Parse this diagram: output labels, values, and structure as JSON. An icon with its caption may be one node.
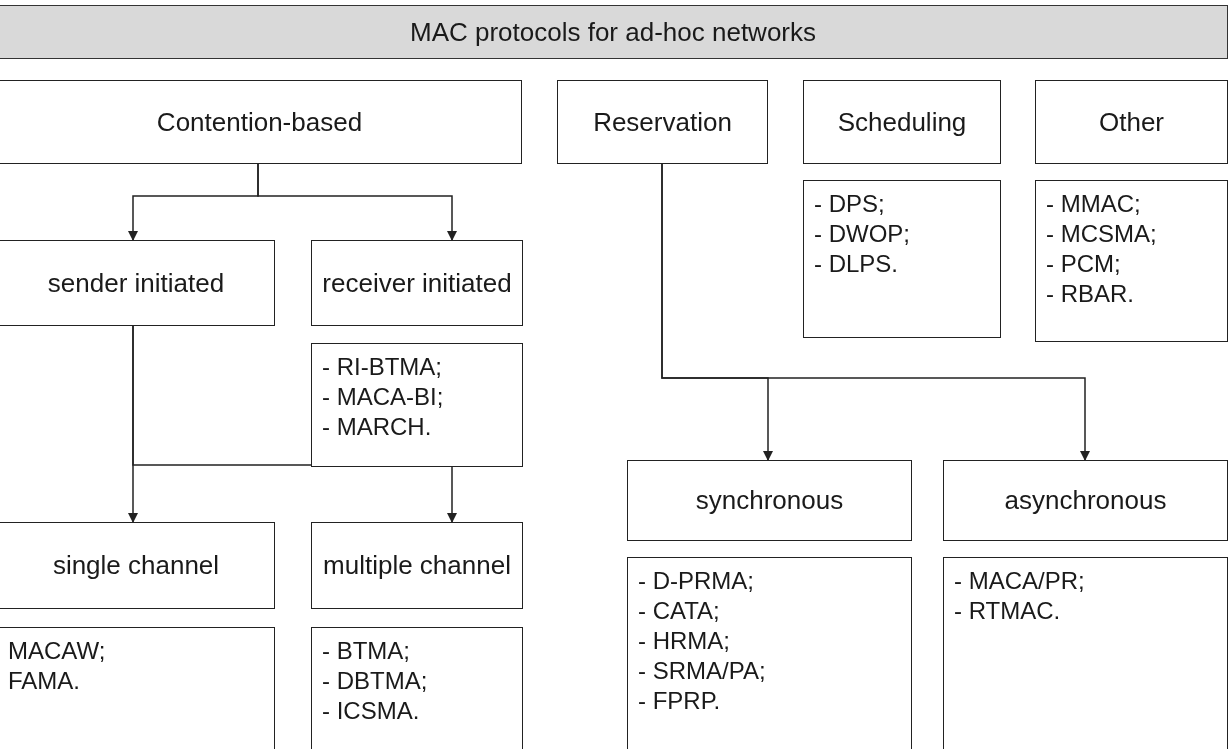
{
  "diagram": {
    "title": "MAC protocols for ad-hoc networks",
    "nodes": [
      {
        "text": [
          "Contention-based"
        ]
      },
      {
        "text": [
          "Reservation"
        ]
      },
      {
        "text": [
          "Scheduling"
        ]
      },
      {
        "text": [
          "Other"
        ]
      },
      {
        "text": [
          "- DPS;",
          "- DWOP;",
          "- DLPS."
        ]
      },
      {
        "text": [
          "- MMAC;",
          "- MCSMA;",
          "- PCM;",
          "- RBAR."
        ]
      },
      {
        "text": [
          "sender initiated"
        ]
      },
      {
        "text": [
          "receiver initiated"
        ]
      },
      {
        "text": [
          "- RI-BTMA;",
          "- MACA-BI;",
          "- MARCH."
        ]
      },
      {
        "text": [
          "synchronous"
        ]
      },
      {
        "text": [
          "asynchronous"
        ]
      },
      {
        "text": [
          "single channel"
        ]
      },
      {
        "text": [
          "multiple channel"
        ]
      },
      {
        "text": [
          "MACAW;",
          "FAMA."
        ]
      },
      {
        "text": [
          "- BTMA;",
          "- DBTMA;",
          "- ICSMA."
        ]
      },
      {
        "text": [
          "- D-PRMA;",
          "- CATA;",
          "- HRMA;",
          "- SRMA/PA;",
          "- FPRP."
        ]
      },
      {
        "text": [
          "- MACA/PR;",
          "- RTMAC."
        ]
      }
    ],
    "edges": [
      {
        "from": 0,
        "to": 6,
        "arrow": "to"
      },
      {
        "from": 0,
        "to": 7,
        "arrow": "to"
      },
      {
        "from": 1,
        "to": 9,
        "arrow": "to"
      },
      {
        "from": 1,
        "to": 10,
        "arrow": "to"
      },
      {
        "from": 6,
        "to": 11,
        "arrow": "to"
      },
      {
        "from": 6,
        "to": 12,
        "arrow": "to"
      }
    ]
  }
}
